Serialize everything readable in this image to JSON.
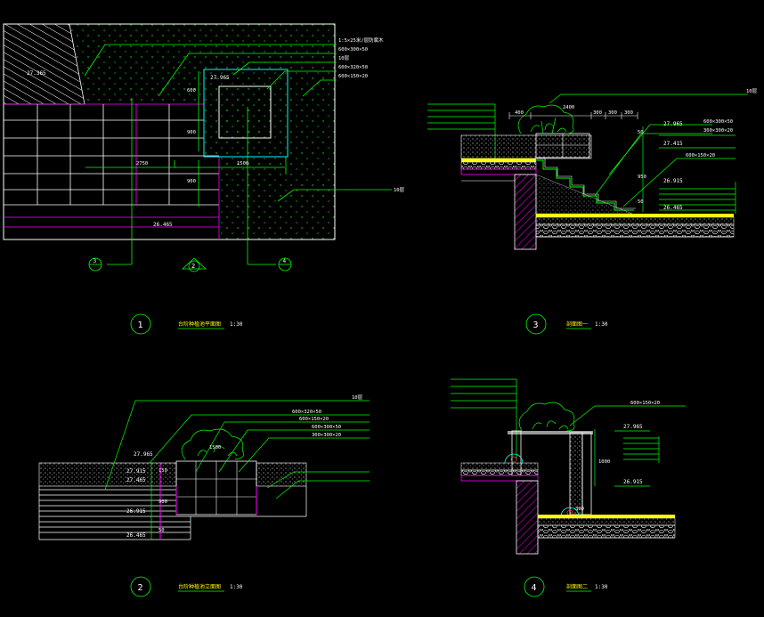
{
  "colors": {
    "background": "#000000",
    "line_white": "#ffffff",
    "line_green": "#00ff00",
    "line_magenta": "#ff00ff",
    "line_cyan": "#00ffff",
    "line_yellow": "#ffff00",
    "leader": "#00ff00"
  },
  "plan": {
    "callouts": [
      "1:5×25米/层防腐木",
      "600×300×50",
      "10层",
      "600×320×50",
      "600×150×20"
    ],
    "dim_left": "27.365",
    "dim_top": "27.965",
    "dim_v1": "600",
    "dim_v2": "900",
    "dim_v3": "900",
    "dim_h1": "2750",
    "dim_h2": "1500",
    "dim_bottom": "26.465",
    "right_note": "10层",
    "markers": [
      "3",
      "2",
      "4"
    ]
  },
  "sections": {
    "s1": {
      "num": "1",
      "title": "台阶种植池平面图",
      "scale": "1:30"
    },
    "s2": {
      "num": "2",
      "title": "台阶种植池立面图",
      "scale": "1:30"
    },
    "s3": {
      "num": "3",
      "title": "剖面图一",
      "scale": "1:30"
    },
    "s4": {
      "num": "4",
      "title": "剖面图二",
      "scale": "1:30"
    }
  },
  "sec3": {
    "top_note": "10层",
    "dims_top": [
      "400",
      "2400",
      "300",
      "300",
      "300"
    ],
    "callouts": [
      "600×300×50",
      "300×300×20",
      "600×150×20"
    ],
    "levels": [
      "27.965",
      "27.415",
      "26.915",
      "26.465"
    ],
    "dims_v": [
      "50",
      "950",
      "50"
    ],
    "left_notes": [
      "",
      "",
      "",
      "",
      ""
    ]
  },
  "elev": {
    "callouts": [
      "10层",
      "600×320×50",
      "600×150×20",
      "600×300×50",
      "300×300×20"
    ],
    "levels": [
      "27.965",
      "27.915",
      "27.465",
      "26.915",
      "26.465"
    ],
    "dim_top": "1500",
    "dims_v": [
      "150",
      "900",
      "50"
    ]
  },
  "sec4": {
    "callout": "600×150×20",
    "levels": [
      "27.965",
      "26.915"
    ],
    "dim_v": "1000",
    "dim_bottom": "300"
  }
}
